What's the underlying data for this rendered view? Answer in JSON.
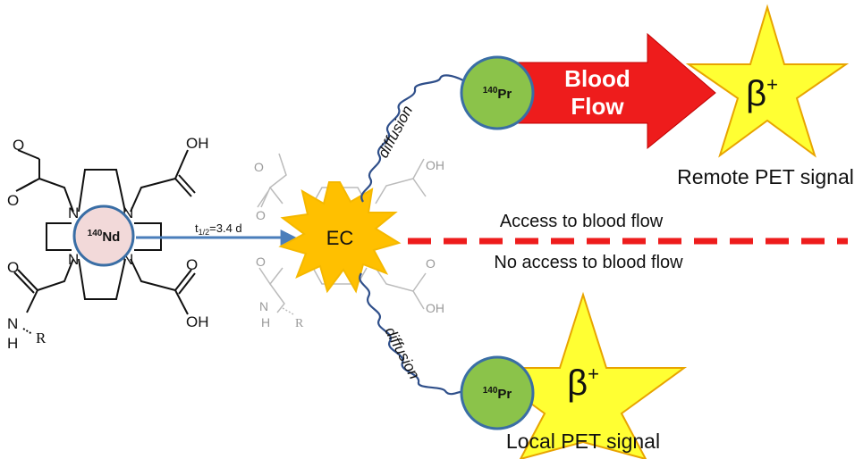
{
  "molecule": {
    "atom_O": "O",
    "atom_OH": "OH",
    "atom_N": "N",
    "atom_H": "H",
    "atom_R": "R",
    "center_mass": "140",
    "center_element": "Nd"
  },
  "decay": {
    "half_life_t": "t",
    "half_life_sub": "1/2",
    "half_life_value": "=3.4 d"
  },
  "ec": {
    "label": "EC"
  },
  "diffusion": {
    "upper": "diffusion",
    "lower": "diffusion"
  },
  "product": {
    "mass": "140",
    "element": "Pr"
  },
  "blood_flow": {
    "line1": "Blood",
    "line2": "Flow"
  },
  "beta": {
    "symbol": "β",
    "charge": "+"
  },
  "signals": {
    "remote": "Remote PET signal",
    "local": "Local PET signal"
  },
  "boundary": {
    "above": "Access to blood flow",
    "below": "No access to blood flow"
  },
  "colors": {
    "nd_fill": "#f2d9d9",
    "pr_fill": "#8bc34a",
    "circle_stroke": "#3a6ea5",
    "arrow_blue": "#4a7ebb",
    "blood_red": "#ee1c1c",
    "dash_red": "#ee1c1c",
    "star_yellow": "#ffff33",
    "star_stroke": "#e8a400",
    "ec_fill": "#ffc000",
    "ec_stroke": "#f5b800"
  }
}
